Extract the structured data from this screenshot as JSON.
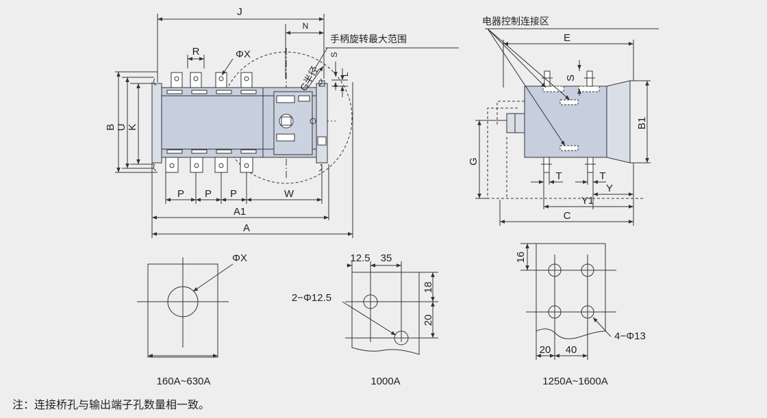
{
  "dims": {
    "J": "J",
    "N": "N",
    "R": "R",
    "X": "ΦX",
    "S": "S",
    "L": "L",
    "B": "B",
    "U": "U",
    "K": "K",
    "P": "P",
    "W": "W",
    "A1": "A1",
    "A": "A",
    "G_radius": "G半径",
    "E": "E",
    "G": "G",
    "B1": "B1",
    "T": "T",
    "Y": "Y",
    "Y1": "Y1",
    "C": "C"
  },
  "callouts": {
    "handle_range": "手柄旋转最大范围",
    "control_zone": "电器控制连接区"
  },
  "details": [
    {
      "caption": "160A~630A",
      "hole_label": "ΦX"
    },
    {
      "caption": "1000A",
      "hole_label": "2−Φ12.5",
      "dims": [
        "12.5",
        "35",
        "18",
        "20"
      ]
    },
    {
      "caption": "1250A~1600A",
      "hole_label": "4−Φ13",
      "dims": [
        "16",
        "20",
        "40"
      ]
    }
  ],
  "note": "注：连接桥孔与输出端子孔数量相一致。",
  "colors": {
    "body_fill": "#c7cedd",
    "line": "#333333",
    "background": "#eeeeee"
  }
}
